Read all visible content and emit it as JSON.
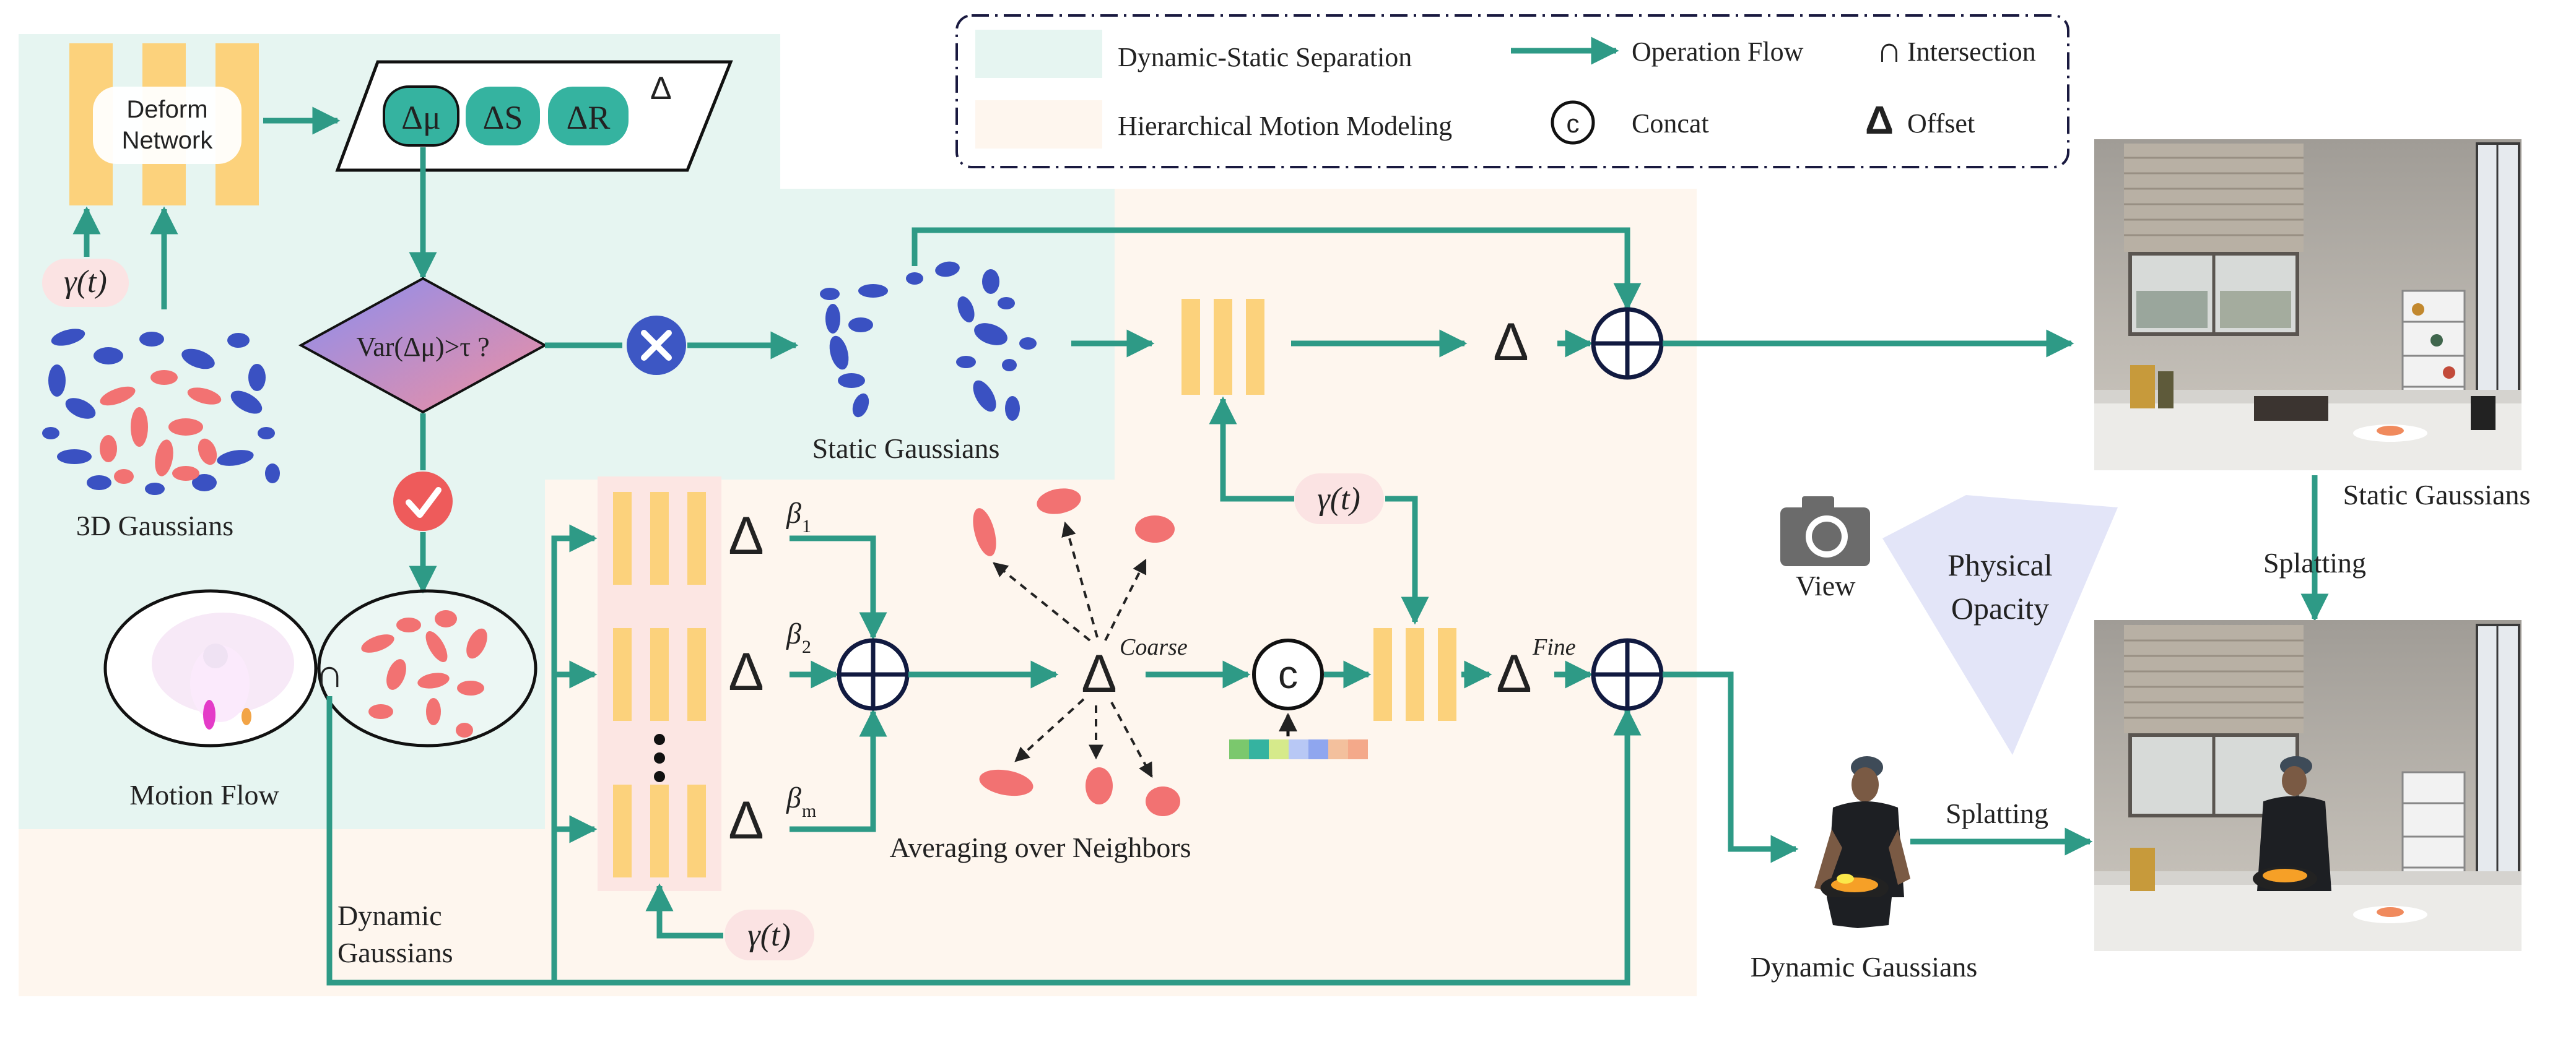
{
  "legend": {
    "dynamic_static": "Dynamic-Static Separation",
    "hierarchical": "Hierarchical Motion Modeling",
    "operation_flow": "Operation Flow",
    "concat": "Concat",
    "intersection": "Intersection",
    "offset": "Offset",
    "concat_symbol": "c",
    "intersection_symbol": "∩",
    "offset_symbol": "Δ"
  },
  "deform": {
    "line1": "Deform",
    "line2": "Network"
  },
  "time_embedding": "γ(t)",
  "offsets": {
    "mu": "Δμ",
    "s": "ΔS",
    "r": "ΔR",
    "delta": "Δ"
  },
  "decision": "Var(Δμ)>τ ?",
  "labels": {
    "gaussians_3d": "3D Gaussians",
    "static_gaussians": "Static Gaussians",
    "motion_flow": "Motion Flow",
    "dynamic_gaussians_1": "Dynamic",
    "dynamic_gaussians_2": "Gaussians",
    "averaging": "Averaging over Neighbors",
    "coarse": "Coarse",
    "fine": "Fine",
    "view": "View",
    "physical_1": "Physical",
    "physical_2": "Opacity",
    "splatting": "Splatting",
    "static_right": "Static Gaussians",
    "splatting_right": "Splatting",
    "dynamic_bottom": "Dynamic Gaussians"
  },
  "betas": [
    {
      "sym": "β",
      "sub": "1"
    },
    {
      "sym": "β",
      "sub": "2"
    },
    {
      "sym": "β",
      "sub": "m"
    }
  ],
  "colors": {
    "flow": "#2e9a86",
    "teal_bg": "#e6f5f1",
    "peach_bg": "#fef6ee",
    "mlp": "#fcd27c",
    "blue_gaussian": "#3a51c2",
    "red_gaussian": "#f27272",
    "pink_pill": "#fbe3e3",
    "cross_badge": "#3d57c4",
    "check_badge": "#ee5b5b",
    "camera": "#6b6b6b",
    "opacity_tri": "#e3e5f8"
  }
}
